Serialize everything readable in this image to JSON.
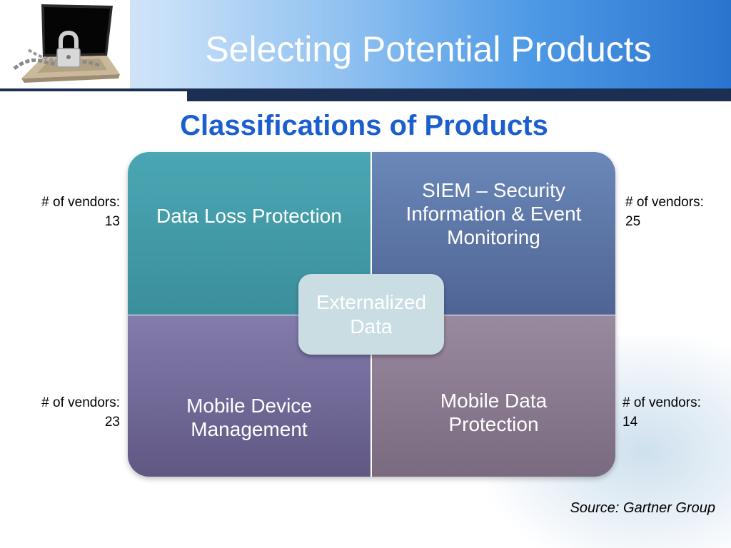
{
  "slide": {
    "title": "Selecting Potential Products",
    "subtitle": "Classifications of Products",
    "source": "Source:  Gartner Group"
  },
  "colors": {
    "title_text": "#ffffff",
    "subtitle_text": "#1b5fcf",
    "header_bar": "#1c2e52",
    "quadrant_data_loss": "#4aa6b3",
    "quadrant_siem": "#5d79aa",
    "quadrant_mdm": "#736b99",
    "quadrant_mobile_data": "#8a7a90",
    "center_box": "#c9dde3"
  },
  "diagram": {
    "center": "Externalized Data",
    "quadrants": [
      {
        "label": "Data Loss Protection",
        "vendors_label": "# of vendors:",
        "vendors": "13"
      },
      {
        "label": "SIEM – Security Information & Event Monitoring",
        "vendors_label": "# of vendors:",
        "vendors": "25"
      },
      {
        "label": "Mobile Device Management",
        "vendors_label": "# of vendors:",
        "vendors": "23"
      },
      {
        "label": "Mobile Data Protection",
        "vendors_label": "# of vendors:",
        "vendors": "14"
      }
    ]
  },
  "images": {
    "logo": "laptop-with-padlock-and-chain"
  }
}
